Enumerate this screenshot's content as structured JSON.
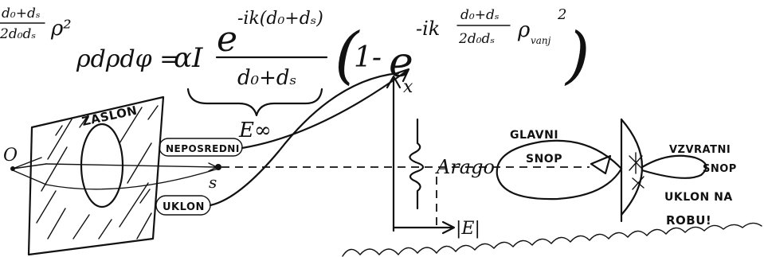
{
  "formula": {
    "left_fraction_numerator": "d₀+dₛ",
    "left_fraction_denominator": "2d₀dₛ",
    "left_rho_squared": "ρ²",
    "lhs": "ρdρdφ =",
    "prefactor": "αI",
    "exp_base": "e",
    "exp_power": "-ik(d₀+dₛ)",
    "fraction_denominator": "d₀+dₛ",
    "brace_label": "E∞",
    "bracket_open": "(",
    "bracket_one_minus": "1-",
    "second_exp_base": "e",
    "second_exp_power_prefix": "-ik",
    "second_exp_numerator": "d₀+dₛ",
    "second_exp_denominator": "2d₀dₛ",
    "second_exp_rho": "ρ",
    "second_exp_rho_subscript": "vanj",
    "second_exp_rho_power": "2",
    "bracket_close": ")"
  },
  "screen_diagram": {
    "source_label": "O",
    "screen_label": "ZASLON",
    "observer_label": "s",
    "direct_label": "NEPOSREDNI",
    "diffraction_label": "UKLON"
  },
  "field_plot": {
    "axis_x_label": "x",
    "axis_field_label": "|E|",
    "arago_label": "Arago"
  },
  "lobe_diagram": {
    "main_lobe_label_line1": "GLAVNI",
    "main_lobe_label_line2": "SNOP",
    "back_lobe_label_line1": "VZVRATNI",
    "back_lobe_label_line2": "SNOP",
    "edge_note_line1": "UKLON NA",
    "edge_note_line2": "ROBU!"
  }
}
